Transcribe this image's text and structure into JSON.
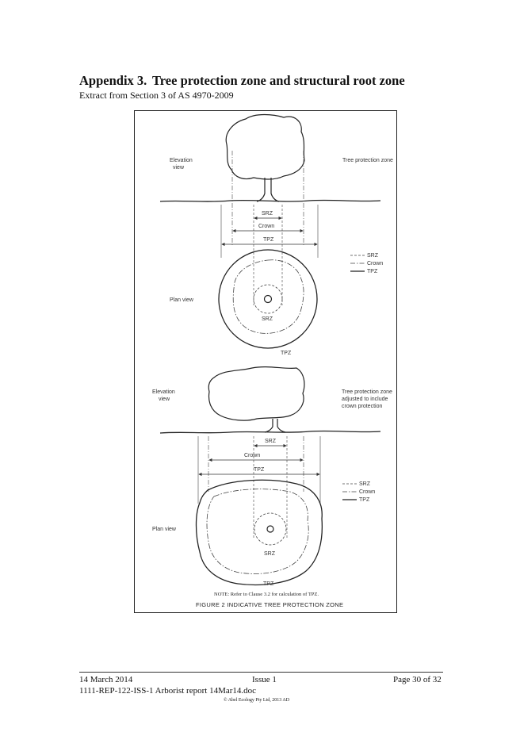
{
  "heading": {
    "number": "Appendix 3.",
    "title": "Tree protection zone and structural root zone"
  },
  "subheading": "Extract from Section 3 of AS 4970-2009",
  "figure": {
    "top": {
      "elevation_label": [
        "Elevation",
        "view"
      ],
      "zone_label": "Tree protection zone",
      "srz": "SRZ",
      "crown": "Crown",
      "tpz": "TPZ",
      "plan_label": "Plan view",
      "plan_srz": "SRZ",
      "plan_tpz": "TPZ",
      "legend": [
        "SRZ",
        "Crown",
        "TPZ"
      ]
    },
    "bottom": {
      "elevation_label": [
        "Elevation",
        "view"
      ],
      "zone_label": [
        "Tree protection zone",
        "adjusted to include",
        "crown protection"
      ],
      "srz": "SRZ",
      "crown": "Crown",
      "tpz": "TPZ",
      "plan_label": "Plan view",
      "plan_srz": "SRZ",
      "plan_tpz": "TPZ",
      "legend": [
        "SRZ",
        "Crown",
        "TPZ"
      ]
    },
    "note": "NOTE:  Refer to Clause 3.2 for calculation of TPZ.",
    "caption": "FIGURE 2   INDICATIVE TREE PROTECTION ZONE"
  },
  "footer": {
    "date": "14 March 2014",
    "issue": "Issue 1",
    "page": "Page 30 of 32",
    "docref": "1111-REP-122-ISS-1 Arborist report 14Mar14.doc",
    "copyright": "© Abel Ecology Pty Ltd, 2013 AD"
  }
}
